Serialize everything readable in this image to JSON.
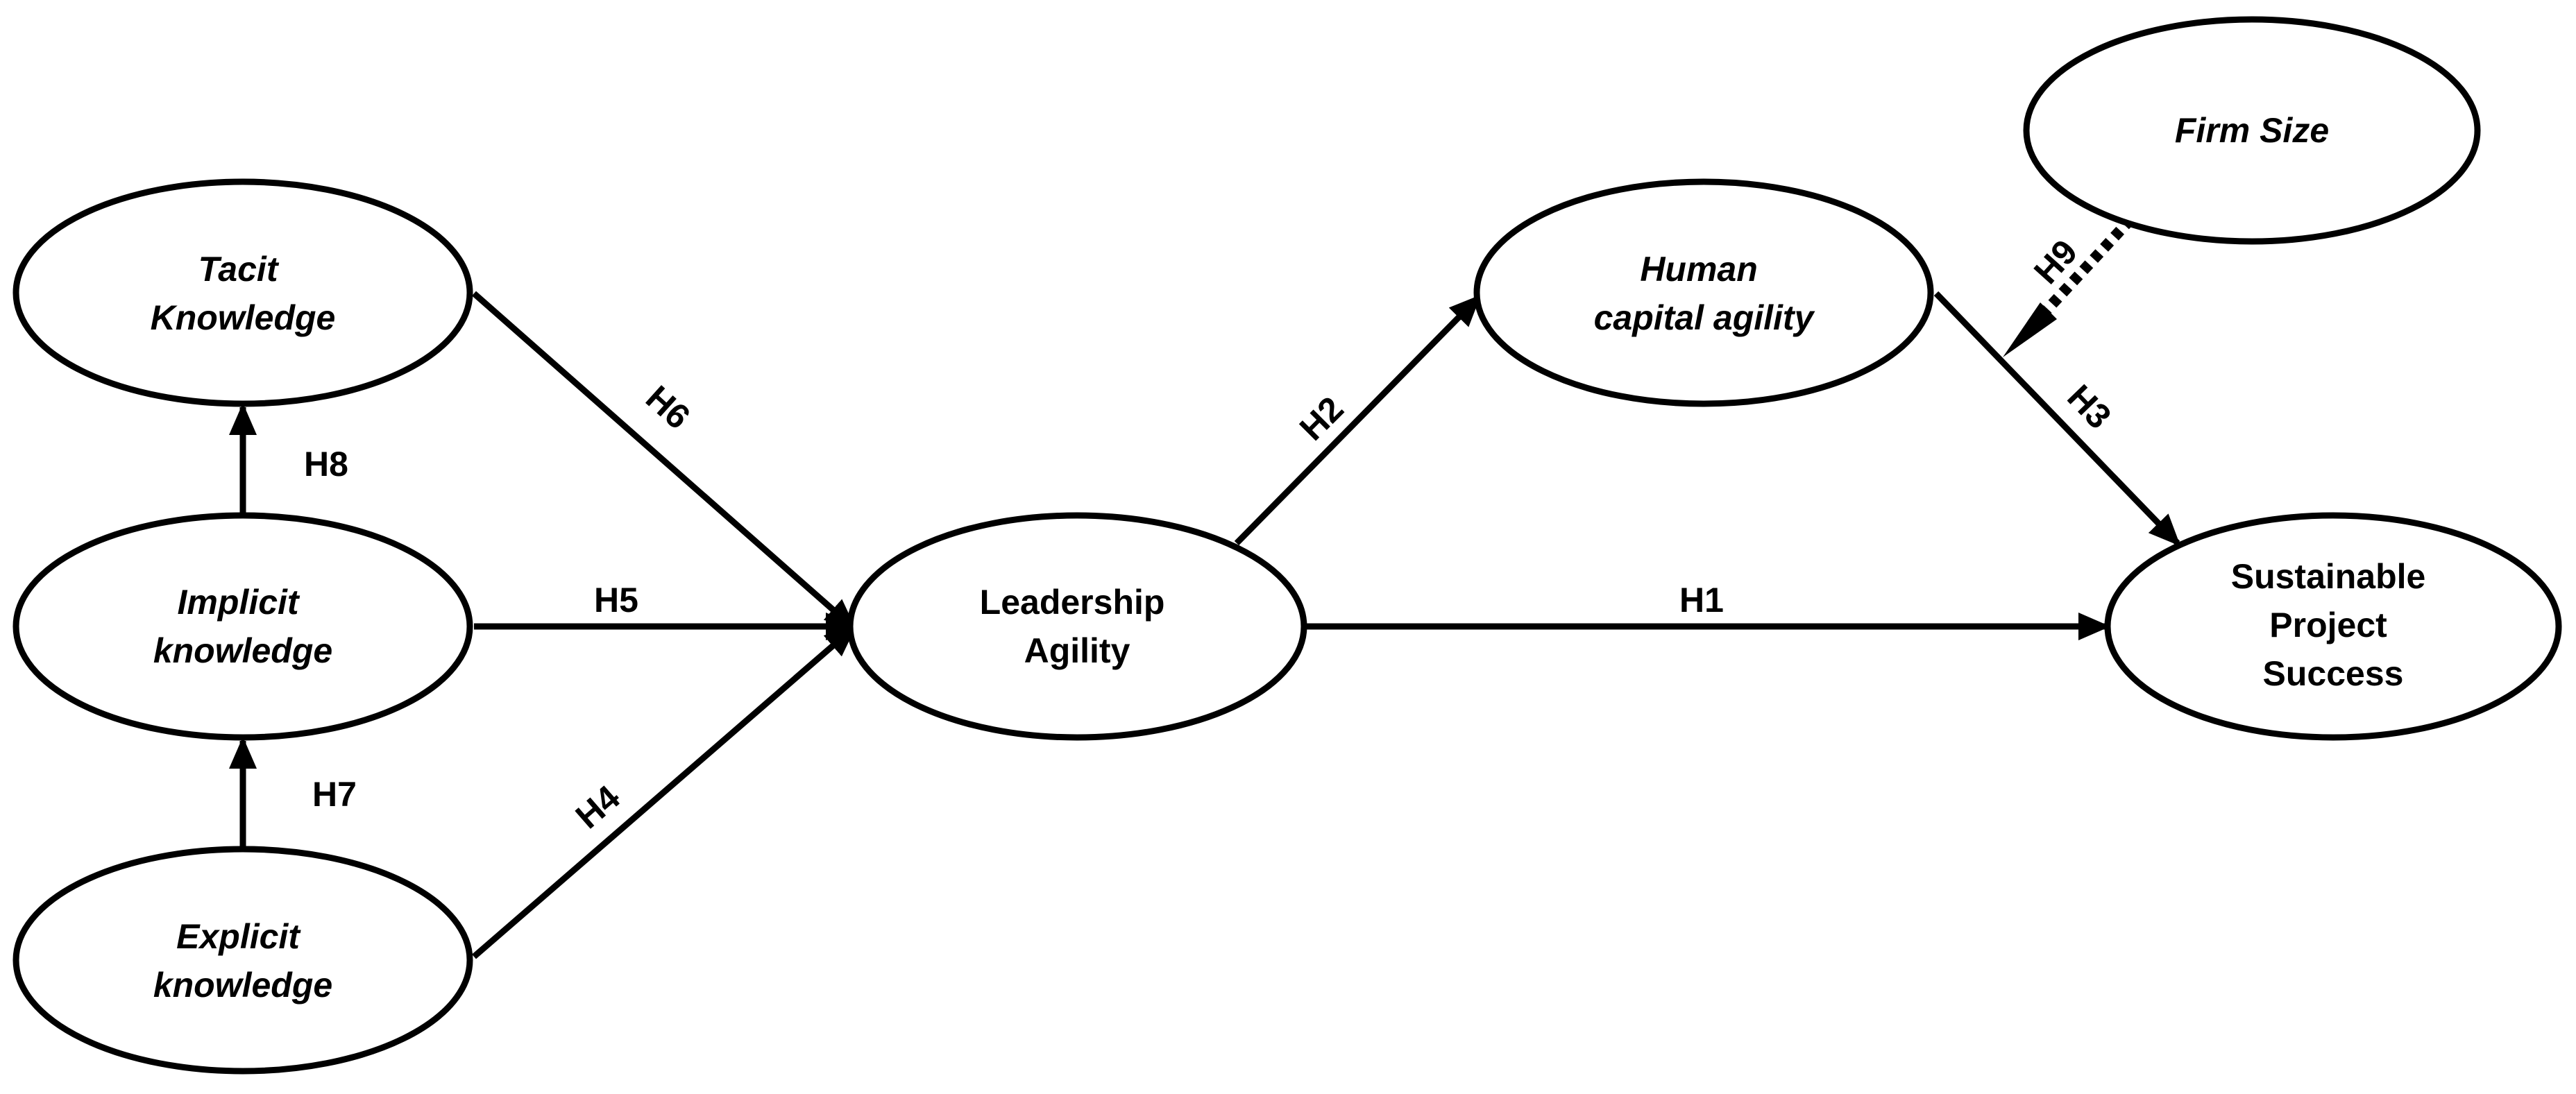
{
  "nodes": {
    "tacit": {
      "lines": [
        "Tacit",
        "Knowledge"
      ]
    },
    "implicit": {
      "lines": [
        "Implicit",
        "knowledge"
      ]
    },
    "explicit": {
      "lines": [
        "Explicit",
        "knowledge"
      ]
    },
    "leadership": {
      "lines": [
        "Leadership",
        "Agility"
      ]
    },
    "human": {
      "lines": [
        "Human",
        "capital agility"
      ]
    },
    "firm": {
      "lines": [
        "Firm Size"
      ]
    },
    "success": {
      "lines": [
        "Sustainable",
        "Project",
        "Success"
      ]
    }
  },
  "edges": {
    "h1": "H1",
    "h2": "H2",
    "h3": "H3",
    "h4": "H4",
    "h5": "H5",
    "h6": "H6",
    "h7": "H7",
    "h8": "H8",
    "h9": "H9"
  }
}
